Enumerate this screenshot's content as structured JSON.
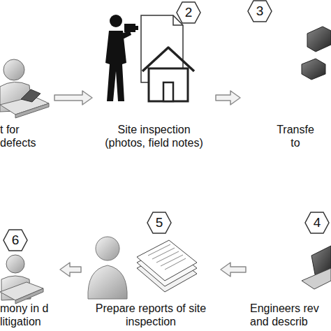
{
  "diagram": {
    "nodes": [
      {
        "text": [
          "t for defects"
        ]
      },
      {
        "text": [
          "2",
          "Site inspection (photos, field notes)"
        ]
      },
      {
        "text": [
          "3",
          "Transfe to"
        ]
      },
      {
        "text": [
          "6",
          "mony in d litigation"
        ]
      },
      {
        "text": [
          "5",
          "Prepare reports of site inspection"
        ]
      },
      {
        "text": [
          "4",
          "Engineers rev and describ"
        ]
      }
    ],
    "edges": [
      {
        "from": 0,
        "to": 1,
        "arrow": "to"
      },
      {
        "from": 1,
        "to": 2,
        "arrow": "to"
      },
      {
        "from": 5,
        "to": 4,
        "arrow": "to"
      },
      {
        "from": 4,
        "to": 3,
        "arrow": "to"
      }
    ]
  }
}
